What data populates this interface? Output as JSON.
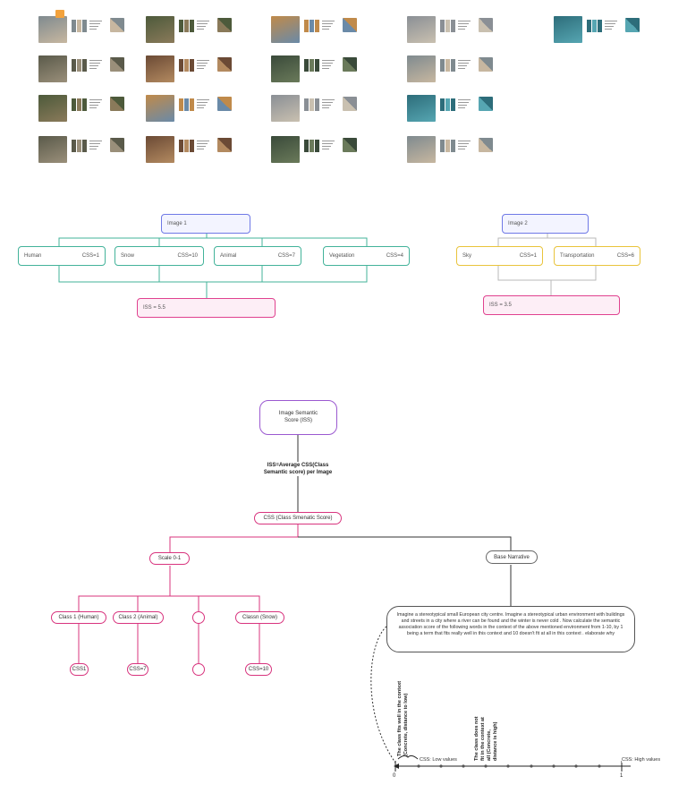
{
  "tree1": {
    "root": "Image 1",
    "classes": [
      {
        "name": "Human",
        "css": "CSS=1"
      },
      {
        "name": "Snow",
        "css": "CSS=10"
      },
      {
        "name": "Animal",
        "css": "CSS=7"
      },
      {
        "name": "Vegetation",
        "css": "CSS=4"
      }
    ],
    "result": "ISS = 5.5"
  },
  "tree2": {
    "root": "Image 2",
    "classes": [
      {
        "name": "Sky",
        "css": "CSS=1"
      },
      {
        "name": "Transportation",
        "css": "CSS=6"
      }
    ],
    "result": "ISS = 3.5"
  },
  "flow": {
    "iss": "Image Semantic Score (ISS)",
    "formula": "ISS=Average CSS(Class Semantic score) per Image",
    "css": "CSS (Class Smenatic Score)",
    "scale": "Scale 0-1",
    "base": "Base Narrative",
    "classes": [
      "Class 1 (Human)",
      "Class 2 (Animal)",
      "",
      "Classn (Snow)"
    ],
    "css_values": [
      "CSS1",
      "CSS=7",
      "",
      "CSS=10"
    ],
    "narrative": "Imagine a stereotypical small European city centre. Imagine a stereotypical urban environment with buildings and streets in a city where a river can be found and the winter is never cold . Now calculate the semantic association score of the following words in the context of the above mentioned environment from 1-10, by 1 being a term that fits really well in this context and 10 doesn't fit at all in this context . elaborate why",
    "axis": {
      "zero": "0",
      "one": "1",
      "low": "CSS: Low values",
      "high": "CSS: High values",
      "fits": "The class fits well in the context (Concrete, distance to low)",
      "notfits": "The class does not fit in the context at all (Concrete, distance is high)"
    }
  },
  "colors": {
    "teal": "#43b39a",
    "pink": "#e0428f",
    "yellow": "#e9c43c",
    "blue": "#6f79e6",
    "purple": "#9b59d0"
  }
}
